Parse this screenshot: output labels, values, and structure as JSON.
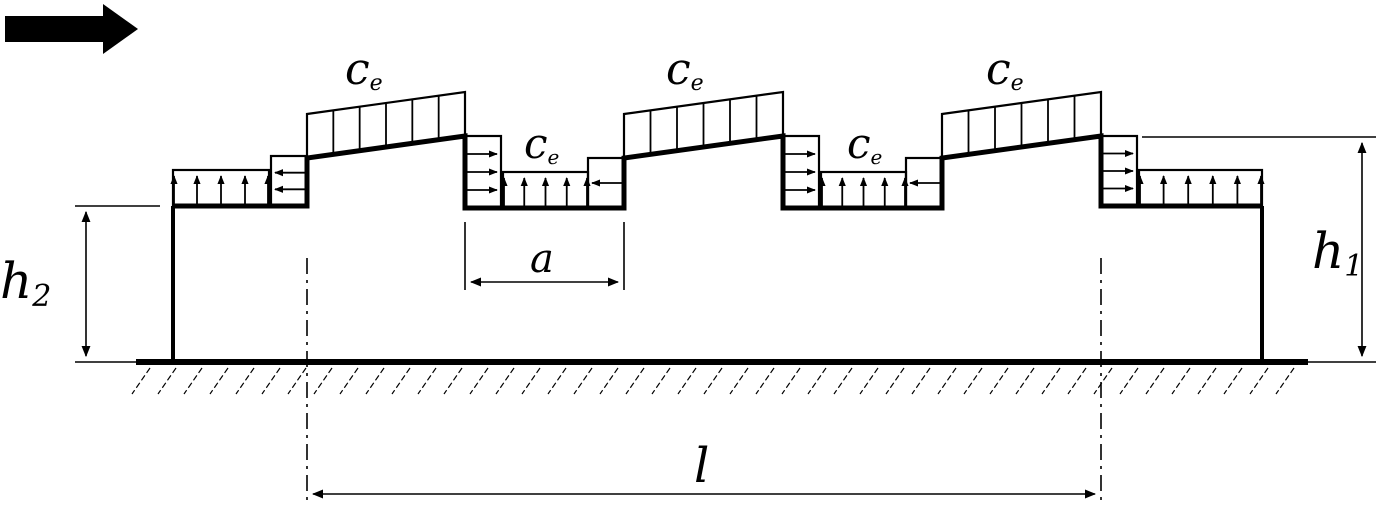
{
  "labels": {
    "pressure_symbol": "c",
    "pressure_subscript": "e",
    "dim_a": "a",
    "dim_l": "l",
    "dim_h1_base": "h",
    "dim_h1_sub": "1",
    "dim_h2_base": "h",
    "dim_h2_sub": "2"
  }
}
